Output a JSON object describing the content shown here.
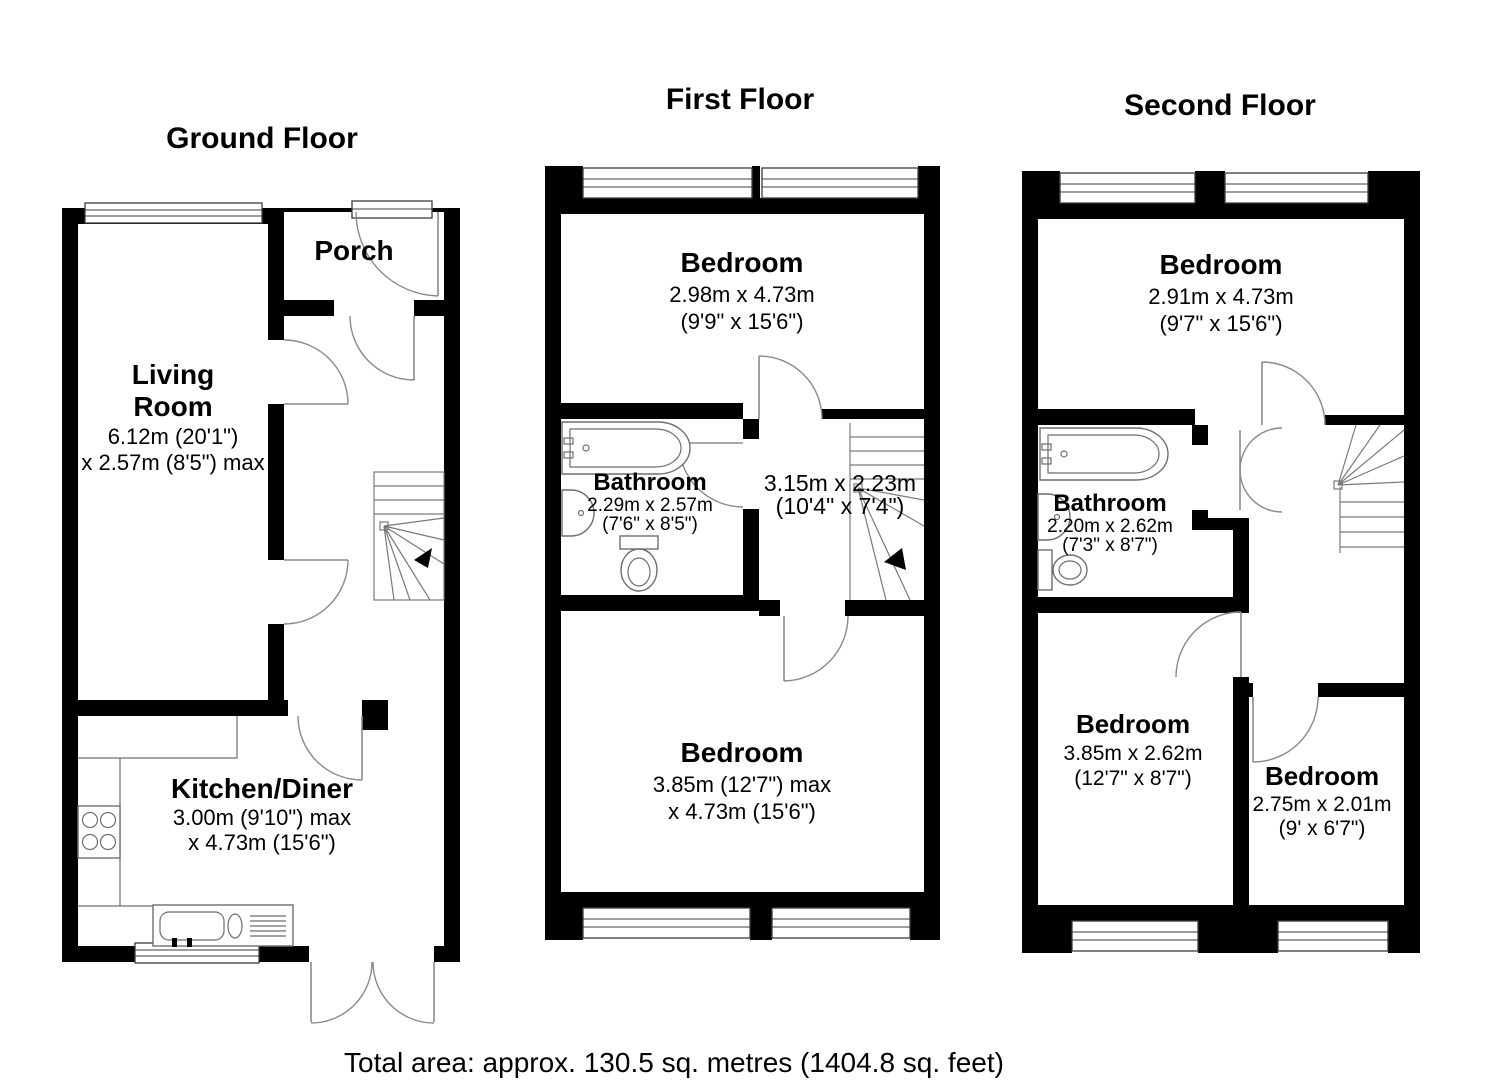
{
  "floors": {
    "ground": {
      "title": "Ground Floor",
      "living_room": {
        "name1": "Living",
        "name2": "Room",
        "dim1": "6.12m (20'1\")",
        "dim2": "x 2.57m (8'5\") max"
      },
      "porch": {
        "name": "Porch"
      },
      "kitchen": {
        "name": "Kitchen/Diner",
        "dim1": "3.00m (9'10\") max",
        "dim2": "x 4.73m (15'6\")"
      }
    },
    "first": {
      "title": "First Floor",
      "bedroom_front": {
        "name": "Bedroom",
        "dim1": "2.98m x 4.73m",
        "dim2": "(9'9\" x 15'6\")"
      },
      "bathroom": {
        "name": "Bathroom",
        "dim1": "2.29m x 2.57m",
        "dim2": "(7'6\" x 8'5\")"
      },
      "landing": {
        "dim1": "3.15m x 2.23m",
        "dim2": "(10'4\" x 7'4\")"
      },
      "bedroom_back": {
        "name": "Bedroom",
        "dim1": "3.85m (12'7\") max",
        "dim2": "x 4.73m (15'6\")"
      }
    },
    "second": {
      "title": "Second Floor",
      "bedroom_front": {
        "name": "Bedroom",
        "dim1": "2.91m x 4.73m",
        "dim2": "(9'7\" x 15'6\")"
      },
      "bathroom": {
        "name": "Bathroom",
        "dim1": "2.20m x 2.62m",
        "dim2": "(7'3\" x 8'7\")"
      },
      "bedroom_mid": {
        "name": "Bedroom",
        "dim1": "3.85m x 2.62m",
        "dim2": "(12'7\" x 8'7\")"
      },
      "bedroom_back": {
        "name": "Bedroom",
        "dim1": "2.75m x 2.01m",
        "dim2": "(9' x 6'7\")"
      }
    }
  },
  "footer": {
    "total_area": "Total area: approx. 130.5 sq. metres (1404.8 sq. feet)"
  },
  "colors": {
    "wall": "#000000",
    "background": "#ffffff",
    "fixture_line": "#6e6e6e",
    "door_arc": "#8a8a8a"
  }
}
